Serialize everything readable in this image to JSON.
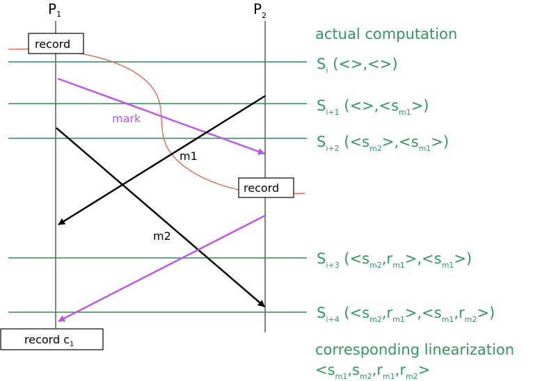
{
  "processes": {
    "p1": {
      "letter": "P",
      "sub": "1"
    },
    "p2": {
      "letter": "P",
      "sub": "2"
    }
  },
  "boxes": {
    "record_top": "record",
    "record_mid": "record",
    "record_c1_main": "record c",
    "record_c1_sub": "1"
  },
  "messages": {
    "mark": "mark",
    "m1": "m1",
    "m2": "m2"
  },
  "labels": {
    "actual_computation": "actual computation",
    "corresponding_linearization": "corresponding linearization"
  },
  "states": {
    "s_i": {
      "sub": "i",
      "pre": " (<>,<>)"
    },
    "s_i1": {
      "sub": "i+1",
      "pre": " (<>,<s",
      "m1": "m1",
      "post": ">)"
    },
    "s_i2": {
      "sub": "i+2",
      "pre": " (<s",
      "m2": "m2",
      "mid": ">,<s",
      "m1": "m1",
      "post": ">)"
    },
    "s_i3": {
      "sub": "i+3",
      "pre": " (<s",
      "m2": "m2",
      "c1": ",r",
      "m1a": "m1",
      "mid": ">,<s",
      "m1b": "m1",
      "post": ">)"
    },
    "s_i4": {
      "sub": "i+4",
      "pre": " (<s",
      "m2": "m2",
      "c1": ",r",
      "m1a": "m1",
      "mid": ">,<s",
      "m1b": "m1",
      "c2": ",r",
      "m2b": "m2",
      "post": ">)"
    }
  },
  "linearization": {
    "open": "<s",
    "s1": "m1",
    "c1": ",s",
    "s2": "m2",
    "c2": ",r",
    "s3": "m1",
    "c3": ",r",
    "s4": "m2",
    "close": ">"
  },
  "colors": {
    "state_line": "#2e8b57",
    "label_green": "#2e9a5e",
    "mark_purple": "#bf55ec",
    "cut_red": "#e8503a"
  }
}
